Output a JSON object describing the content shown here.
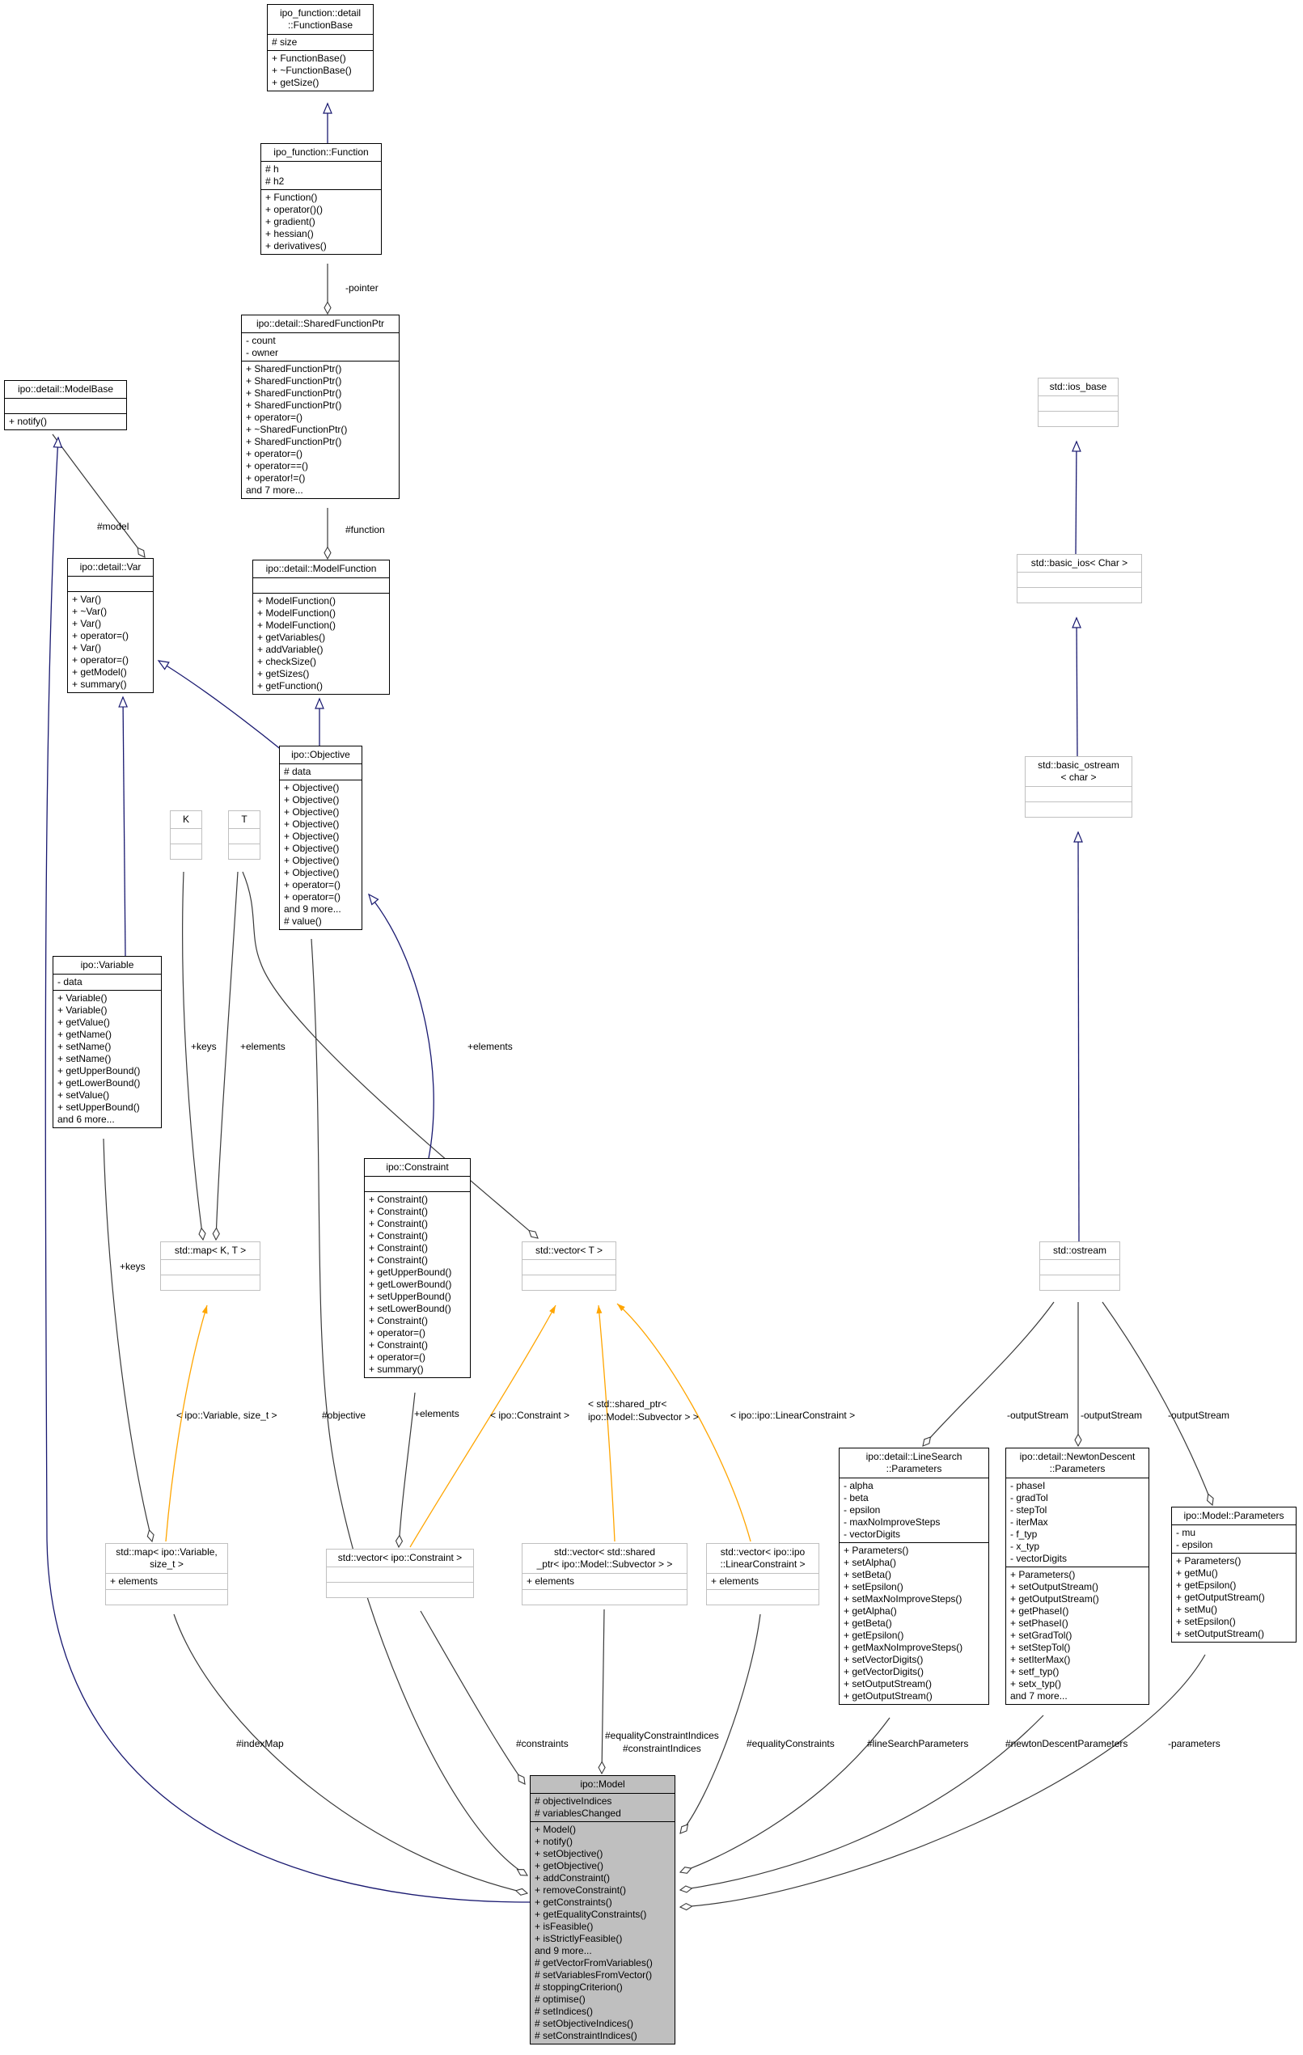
{
  "diagram": {
    "colors": {
      "inheritance": "#191970",
      "aggregation": "#3a3a3a",
      "instantiation": "#ffa500",
      "external_border": "#c0c0c0",
      "main_class_fill": "#bfbfbf"
    },
    "classes": {
      "function_base": {
        "title": "ipo_function::detail\n::FunctionBase",
        "attrs": [
          "# size"
        ],
        "methods": [
          "+ FunctionBase()",
          "+ ~FunctionBase()",
          "+ getSize()"
        ]
      },
      "function": {
        "title": "ipo_function::Function",
        "attrs": [
          "# h",
          "# h2"
        ],
        "methods": [
          "+ Function()",
          "+ operator()()",
          "+ gradient()",
          "+ hessian()",
          "+ derivatives()"
        ]
      },
      "shared_function_ptr": {
        "title": "ipo::detail::SharedFunctionPtr",
        "attrs": [
          "- count",
          "- owner"
        ],
        "methods": [
          "+ SharedFunctionPtr()",
          "+ SharedFunctionPtr()",
          "+ SharedFunctionPtr()",
          "+ SharedFunctionPtr()",
          "+ operator=()",
          "+ ~SharedFunctionPtr()",
          "+ SharedFunctionPtr()",
          "+ operator=()",
          "+ operator==()",
          "+ operator!=()",
          "and 7 more..."
        ]
      },
      "model_base": {
        "title": "ipo::detail::ModelBase",
        "attrs": [],
        "methods": [
          "+ notify()"
        ]
      },
      "var": {
        "title": "ipo::detail::Var",
        "attrs": [],
        "methods": [
          "+ Var()",
          "+ ~Var()",
          "+ Var()",
          "+ operator=()",
          "+ Var()",
          "+ operator=()",
          "+ getModel()",
          "+ summary()"
        ]
      },
      "model_function": {
        "title": "ipo::detail::ModelFunction",
        "attrs": [],
        "methods": [
          "+ ModelFunction()",
          "+ ModelFunction()",
          "+ ModelFunction()",
          "+ getVariables()",
          "+ addVariable()",
          "+ checkSize()",
          "+ getSizes()",
          "+ getFunction()"
        ]
      },
      "objective": {
        "title": "ipo::Objective",
        "attrs": [
          "# data"
        ],
        "methods": [
          "+ Objective()",
          "+ Objective()",
          "+ Objective()",
          "+ Objective()",
          "+ Objective()",
          "+ Objective()",
          "+ Objective()",
          "+ Objective()",
          "+ operator=()",
          "+ operator=()",
          "and 9 more...",
          "# value()"
        ]
      },
      "k": {
        "title": "K",
        "attrs": [],
        "methods": []
      },
      "t": {
        "title": "T",
        "attrs": [],
        "methods": []
      },
      "variable": {
        "title": "ipo::Variable",
        "attrs": [
          "- data"
        ],
        "methods": [
          "+ Variable()",
          "+ Variable()",
          "+ getValue()",
          "+ getName()",
          "+ setName()",
          "+ setName()",
          "+ getUpperBound()",
          "+ getLowerBound()",
          "+ setValue()",
          "+ setUpperBound()",
          "and 6 more..."
        ]
      },
      "constraint": {
        "title": "ipo::Constraint",
        "attrs": [],
        "methods": [
          "+ Constraint()",
          "+ Constraint()",
          "+ Constraint()",
          "+ Constraint()",
          "+ Constraint()",
          "+ Constraint()",
          "+ getUpperBound()",
          "+ getLowerBound()",
          "+ setUpperBound()",
          "+ setLowerBound()",
          "+ Constraint()",
          "+ operator=()",
          "+ Constraint()",
          "+ operator=()",
          "+ summary()"
        ]
      },
      "map_k_t": {
        "title": "std::map< K, T >",
        "attrs": [],
        "methods": []
      },
      "vector_t": {
        "title": "std::vector< T >",
        "attrs": [],
        "methods": []
      },
      "ios_base": {
        "title": "std::ios_base",
        "attrs": [],
        "methods": []
      },
      "basic_ios": {
        "title": "std::basic_ios< Char >",
        "attrs": [],
        "methods": []
      },
      "basic_ostream": {
        "title": "std::basic_ostream\n< char >",
        "attrs": [],
        "methods": []
      },
      "ostream": {
        "title": "std::ostream",
        "attrs": [],
        "methods": []
      },
      "map_variable": {
        "title": "std::map< ipo::Variable,\nsize_t >",
        "attrs": [
          "+ elements"
        ],
        "methods": []
      },
      "vector_constraint": {
        "title": "std::vector< ipo::Constraint >",
        "attrs": [],
        "methods": []
      },
      "vector_shared_ptr": {
        "title": "std::vector< std::shared\n_ptr< ipo::Model::Subvector > >",
        "attrs": [
          "+ elements"
        ],
        "methods": []
      },
      "vector_linear": {
        "title": "std::vector< ipo::ipo\n::LinearConstraint >",
        "attrs": [
          "+ elements"
        ],
        "methods": []
      },
      "line_search_params": {
        "title": "ipo::detail::LineSearch\n::Parameters",
        "attrs": [
          "- alpha",
          "- beta",
          "- epsilon",
          "- maxNoImproveSteps",
          "- vectorDigits"
        ],
        "methods": [
          "+ Parameters()",
          "+ setAlpha()",
          "+ setBeta()",
          "+ setEpsilon()",
          "+ setMaxNoImproveSteps()",
          "+ getAlpha()",
          "+ getBeta()",
          "+ getEpsilon()",
          "+ getMaxNoImproveSteps()",
          "+ setVectorDigits()",
          "+ getVectorDigits()",
          "+ setOutputStream()",
          "+ getOutputStream()"
        ]
      },
      "newton_descent_params": {
        "title": "ipo::detail::NewtonDescent\n::Parameters",
        "attrs": [
          "- phaseI",
          "- gradTol",
          "- stepTol",
          "- iterMax",
          "- f_typ",
          "- x_typ",
          "- vectorDigits"
        ],
        "methods": [
          "+ Parameters()",
          "+ setOutputStream()",
          "+ getOutputStream()",
          "+ getPhaseI()",
          "+ setPhaseI()",
          "+ setGradTol()",
          "+ setStepTol()",
          "+ setIterMax()",
          "+ setf_typ()",
          "+ setx_typ()",
          "and 7 more..."
        ]
      },
      "model_params": {
        "title": "ipo::Model::Parameters",
        "attrs": [
          "- mu",
          "- epsilon"
        ],
        "methods": [
          "+ Parameters()",
          "+ getMu()",
          "+ getEpsilon()",
          "+ getOutputStream()",
          "+ setMu()",
          "+ setEpsilon()",
          "+ setOutputStream()"
        ]
      },
      "model": {
        "title": "ipo::Model",
        "attrs": [
          "# objectiveIndices",
          "# variablesChanged"
        ],
        "methods": [
          "+ Model()",
          "+ notify()",
          "+ setObjective()",
          "+ getObjective()",
          "+ addConstraint()",
          "+ removeConstraint()",
          "+ getConstraints()",
          "+ getEqualityConstraints()",
          "+ isFeasible()",
          "+ isStrictlyFeasible()",
          "and 9 more...",
          "# getVectorFromVariables()",
          "# setVariablesFromVector()",
          "# stoppingCriterion()",
          "# optimise()",
          "# setIndices()",
          "# setObjectiveIndices()",
          "# setConstraintIndices()"
        ]
      }
    },
    "edge_labels": {
      "pointer": "-pointer",
      "function": "#function",
      "model": "#model",
      "keys_k": "+keys",
      "elements_t_map": "+elements",
      "elements_t_vec": "+elements",
      "keys_variable": "+keys",
      "inst_map": "< ipo::Variable, size_t >",
      "objective": "#objective",
      "elements_constraint": "+elements",
      "inst_vec_constraint": "< ipo::Constraint >",
      "inst_vec_shared_ptr": "< std::shared_ptr<\nipo::Model::Subvector > >",
      "inst_vec_linear": "< ipo::ipo::LinearConstraint >",
      "outputstream_1": "-outputStream",
      "outputstream_2": "-outputStream",
      "outputstream_3": "-outputStream",
      "index_map": "#indexMap",
      "constraints": "#constraints",
      "eq_constraint_indices": "#equalityConstraintIndices\n#constraintIndices",
      "equality_constraints": "#equalityConstraints",
      "line_search_parameters": "#lineSearchParameters",
      "newton_descent_parameters": "#newtonDescentParameters",
      "parameters": "-parameters"
    }
  }
}
